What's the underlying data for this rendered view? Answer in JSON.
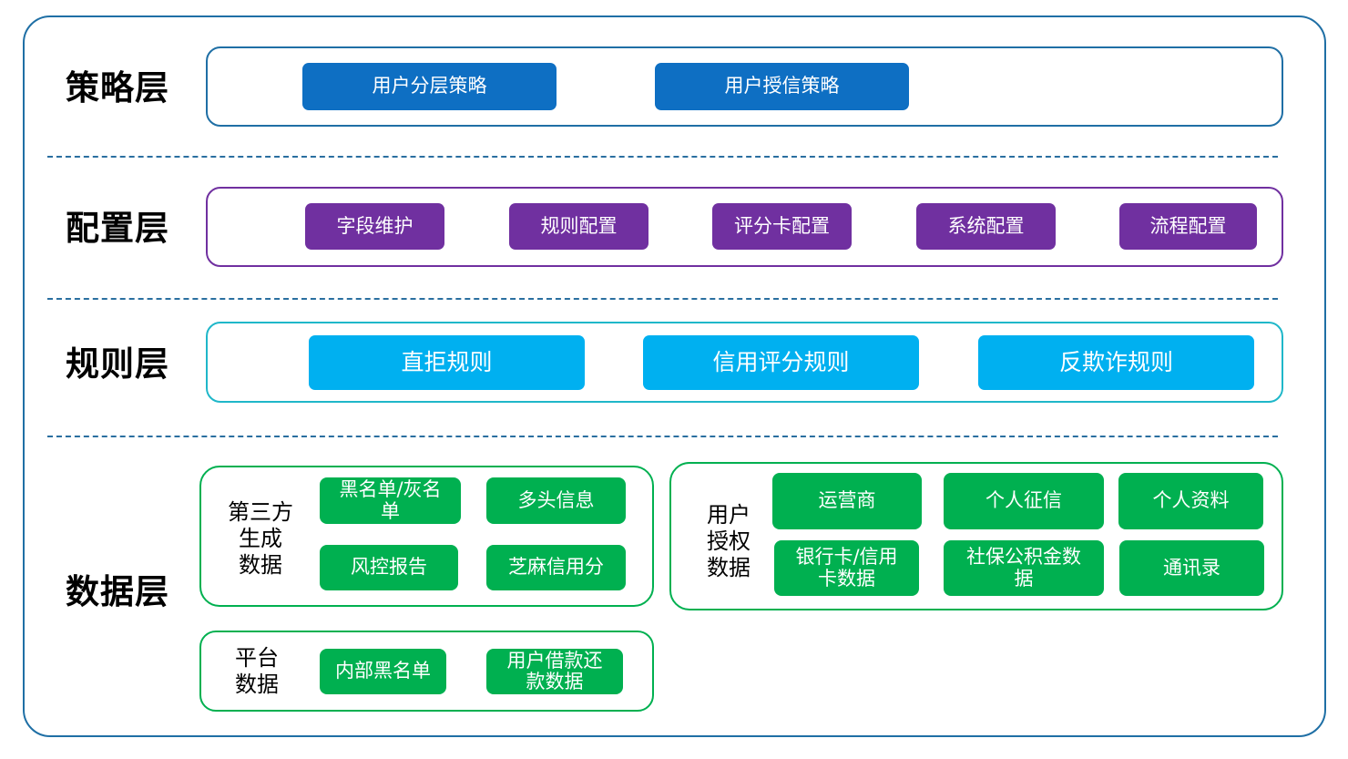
{
  "layers": {
    "strategy": {
      "title": "策略层",
      "items": [
        "用户分层策略",
        "用户授信策略"
      ]
    },
    "config": {
      "title": "配置层",
      "items": [
        "字段维护",
        "规则配置",
        "评分卡配置",
        "系统配置",
        "流程配置"
      ]
    },
    "rule": {
      "title": "规则层",
      "items": [
        "直拒规则",
        "信用评分规则",
        "反欺诈规则"
      ]
    },
    "data": {
      "title": "数据层",
      "third_party": {
        "label": "第三方\n生成\n数据",
        "items": [
          "黑名单/灰名\n单",
          "多头信息",
          "风控报告",
          "芝麻信用分"
        ]
      },
      "user_auth": {
        "label": "用户\n授权\n数据",
        "items": [
          "运营商",
          "个人征信",
          "个人资料",
          "银行卡/信用\n卡数据",
          "社保公积金数\n据",
          "通讯录"
        ]
      },
      "platform": {
        "label": "平台\n数据",
        "items": [
          "内部黑名单",
          "用户借款还\n款数据"
        ]
      }
    }
  },
  "colors": {
    "outer_border": "#1f6fa5",
    "strategy": "#0e6fc3",
    "config": "#7030a0",
    "rule": "#00b0f0",
    "data": "#00b050"
  }
}
